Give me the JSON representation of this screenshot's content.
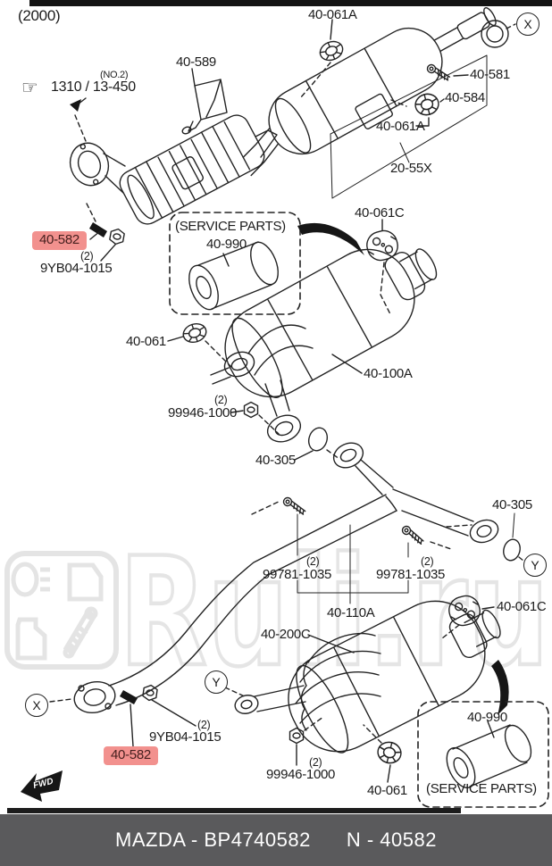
{
  "page": {
    "year": "(2000)"
  },
  "reference": {
    "hand_icon": "☞",
    "text": "1310 / 13-450",
    "note": "(NO.2)"
  },
  "part_labels": {
    "p40_061a_top": "40-061A",
    "p40_589": "40-589",
    "p40_581": "40-581",
    "p40_584": "40-584",
    "p40_061a_mid": "40-061A",
    "p20_55x": "20-55X",
    "p40_582_top": "40-582",
    "p9yb04_top": "9YB04-1015",
    "p40_990_top": "40-990",
    "p40_061c_top": "40-061C",
    "p40_061_top": "40-061",
    "p40_100a": "40-100A",
    "p99946_top": "99946-1000",
    "p40_305_left": "40-305",
    "p40_305_right": "40-305",
    "p99781_left": "99781-1035",
    "p99781_right": "99781-1035",
    "p40_110a": "40-110A",
    "p40_061c_bottom": "40-061C",
    "p40_200c": "40-200C",
    "p9yb04_bottom": "9YB04-1015",
    "p40_582_bottom": "40-582",
    "p99946_bottom": "99946-1000",
    "p40_061_bottom": "40-061",
    "p40_990_bottom": "40-990"
  },
  "quantities": {
    "q_9yb04_top": "(2)",
    "q_99946_top": "(2)",
    "q_99781_left": "(2)",
    "q_99781_right": "(2)",
    "q_9yb04_bottom": "(2)",
    "q_99946_bottom": "(2)"
  },
  "service_boxes": {
    "top": "(SERVICE PARTS)",
    "bottom": "(SERVICE PARTS)"
  },
  "markers": {
    "x": "X",
    "y": "Y"
  },
  "fwd": "FWD",
  "watermark": {
    "text": "Ruli.ru"
  },
  "footer": {
    "left": "MAZDA - BP4740582",
    "right": "N - 40582"
  },
  "colors": {
    "highlight_bg": "#f2918e",
    "footer_bg": "#5a5a5c",
    "line": "#232323",
    "watermark": "#e5e5e5"
  }
}
